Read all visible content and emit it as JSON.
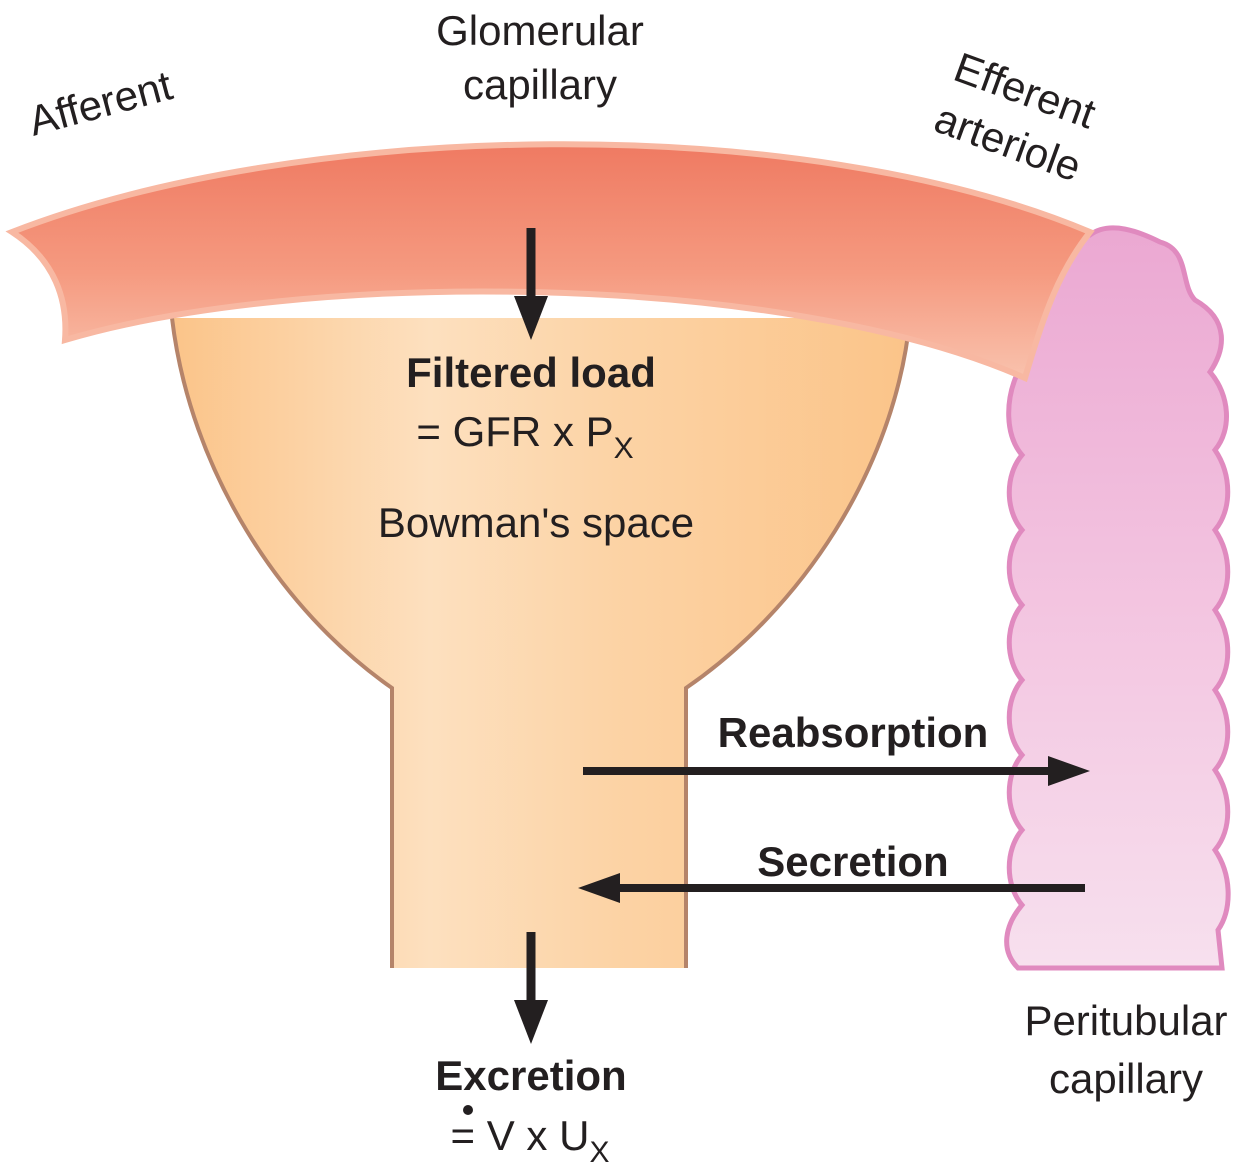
{
  "labels": {
    "afferent": "Afferent",
    "glomerular_line1": "Glomerular",
    "glomerular_line2": "capillary",
    "efferent_line1": "Efferent",
    "efferent_line2": "arteriole",
    "filtered_load_title": "Filtered load",
    "filtered_load_eq": "= GFR x P",
    "filtered_load_sub": "X",
    "bowmans_space": "Bowman's space",
    "reabsorption": "Reabsorption",
    "secretion": "Secretion",
    "excretion_title": "Excretion",
    "excretion_eq_prefix": "= ",
    "excretion_v": "V",
    "excretion_eq_mid": " x U",
    "excretion_sub": "X",
    "peritubular_line1": "Peritubular",
    "peritubular_line2": "capillary"
  },
  "colors": {
    "capillary_dark": "#ef7a62",
    "capillary_light": "#f9c2ad",
    "bowman_fill": "#fcc98c",
    "bowman_light": "#fde2c2",
    "bowman_outline": "#b5846a",
    "peritubular_dark": "#e88fc6",
    "peritubular_light": "#f8dcec",
    "arrow": "#231f20"
  }
}
